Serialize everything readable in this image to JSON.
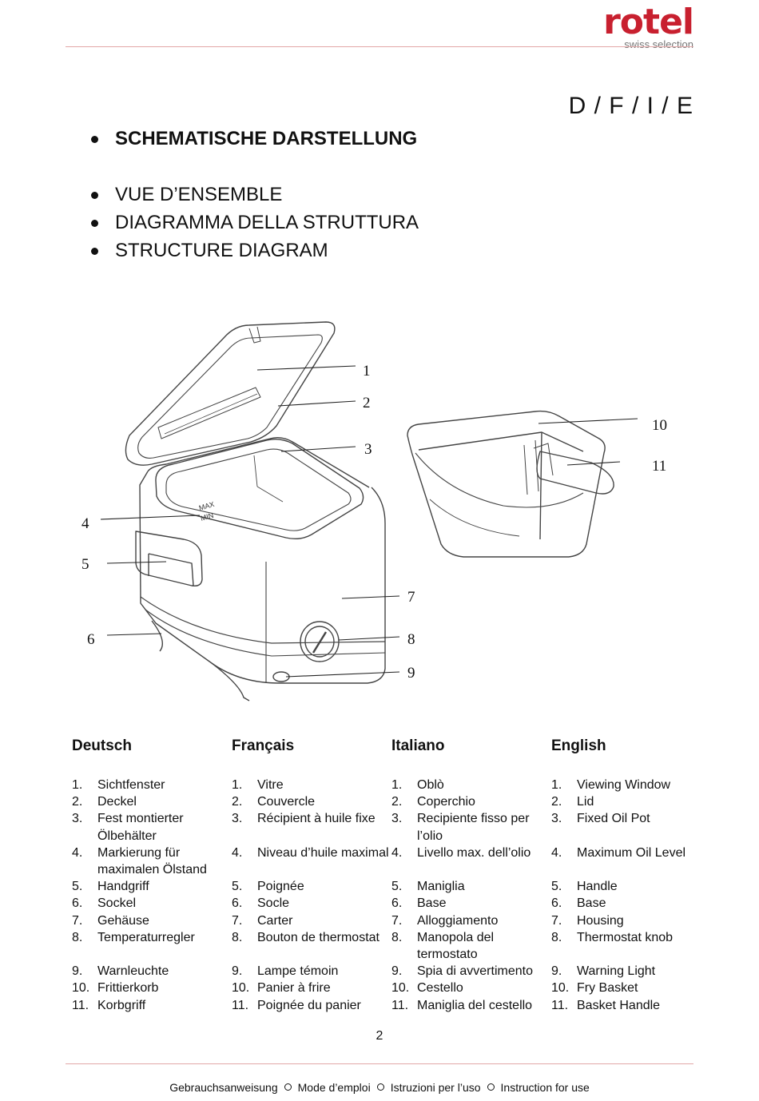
{
  "brand": {
    "name": "rotel",
    "tagline": "swiss selection",
    "color": "#c8202f"
  },
  "header": {
    "languages": "D / F / I / E"
  },
  "headings": {
    "main": "SCHEMATISCHE DARSTELLUNG",
    "others": [
      "VUE D’ENSEMBLE",
      "DIAGRAMMA DELLA STRUTTURA",
      "STRUCTURE DIAGRAM"
    ]
  },
  "diagram": {
    "callouts": [
      "1",
      "2",
      "3",
      "4",
      "5",
      "6",
      "7",
      "8",
      "9",
      "10",
      "11"
    ],
    "lid_marks": {
      "max": "MAX",
      "min": "MIN"
    }
  },
  "columns": [
    {
      "title": "Deutsch",
      "items": [
        {
          "n": "1.",
          "t": "Sichtfenster"
        },
        {
          "n": "2.",
          "t": "Deckel"
        },
        {
          "n": "3.",
          "t": "Fest montierter Ölbehälter"
        },
        {
          "n": "4.",
          "t": "Markierung für maximalen Ölstand"
        },
        {
          "n": "5.",
          "t": "Handgriff"
        },
        {
          "n": "6.",
          "t": "Sockel"
        },
        {
          "n": "7.",
          "t": "Gehäuse"
        },
        {
          "n": "8.",
          "t": "Temperaturregler"
        },
        {
          "n": "9.",
          "t": "Warnleuchte"
        },
        {
          "n": "10.",
          "t": "Frittierkorb"
        },
        {
          "n": "11.",
          "t": "Korbgriff"
        }
      ]
    },
    {
      "title": "Français",
      "items": [
        {
          "n": "1.",
          "t": "Vitre"
        },
        {
          "n": "2.",
          "t": "Couvercle"
        },
        {
          "n": "3.",
          "t": "Récipient à huile fixe"
        },
        {
          "n": "4.",
          "t": "Niveau d’huile maximal"
        },
        {
          "n": "5.",
          "t": "Poignée"
        },
        {
          "n": "6.",
          "t": "Socle"
        },
        {
          "n": "7.",
          "t": "Carter"
        },
        {
          "n": "8.",
          "t": "Bouton de thermostat"
        },
        {
          "n": "9.",
          "t": "Lampe témoin"
        },
        {
          "n": "10.",
          "t": "Panier à frire"
        },
        {
          "n": "11.",
          "t": "Poignée du panier"
        }
      ]
    },
    {
      "title": "Italiano",
      "items": [
        {
          "n": "1.",
          "t": "Oblò"
        },
        {
          "n": "2.",
          "t": "Coperchio"
        },
        {
          "n": "3.",
          "t": "Recipiente fisso per l’olio"
        },
        {
          "n": "4.",
          "t": "Livello max. dell’olio"
        },
        {
          "n": "5.",
          "t": "Maniglia"
        },
        {
          "n": "6.",
          "t": "Base"
        },
        {
          "n": "7.",
          "t": "Alloggiamento"
        },
        {
          "n": "8.",
          "t": "Manopola del termostato"
        },
        {
          "n": "9.",
          "t": "Spia di avvertimento"
        },
        {
          "n": "10.",
          "t": "Cestello"
        },
        {
          "n": "11.",
          "t": "Maniglia del cestello"
        }
      ]
    },
    {
      "title": "English",
      "items": [
        {
          "n": "1.",
          "t": "Viewing Window"
        },
        {
          "n": "2.",
          "t": "Lid"
        },
        {
          "n": "3.",
          "t": "Fixed Oil Pot"
        },
        {
          "n": "4.",
          "t": "Maximum Oil Level"
        },
        {
          "n": "5.",
          "t": "Handle"
        },
        {
          "n": "6.",
          "t": "Base"
        },
        {
          "n": "7.",
          "t": "Housing"
        },
        {
          "n": "8.",
          "t": "Thermostat knob"
        },
        {
          "n": "9.",
          "t": "Warning Light"
        },
        {
          "n": "10.",
          "t": "Fry Basket"
        },
        {
          "n": "11.",
          "t": "Basket Handle"
        }
      ]
    }
  ],
  "page_number": "2",
  "footer": [
    "Gebrauchsanweisung",
    "Mode d’emploi",
    "Istruzioni per l’uso",
    "Instruction for use"
  ]
}
